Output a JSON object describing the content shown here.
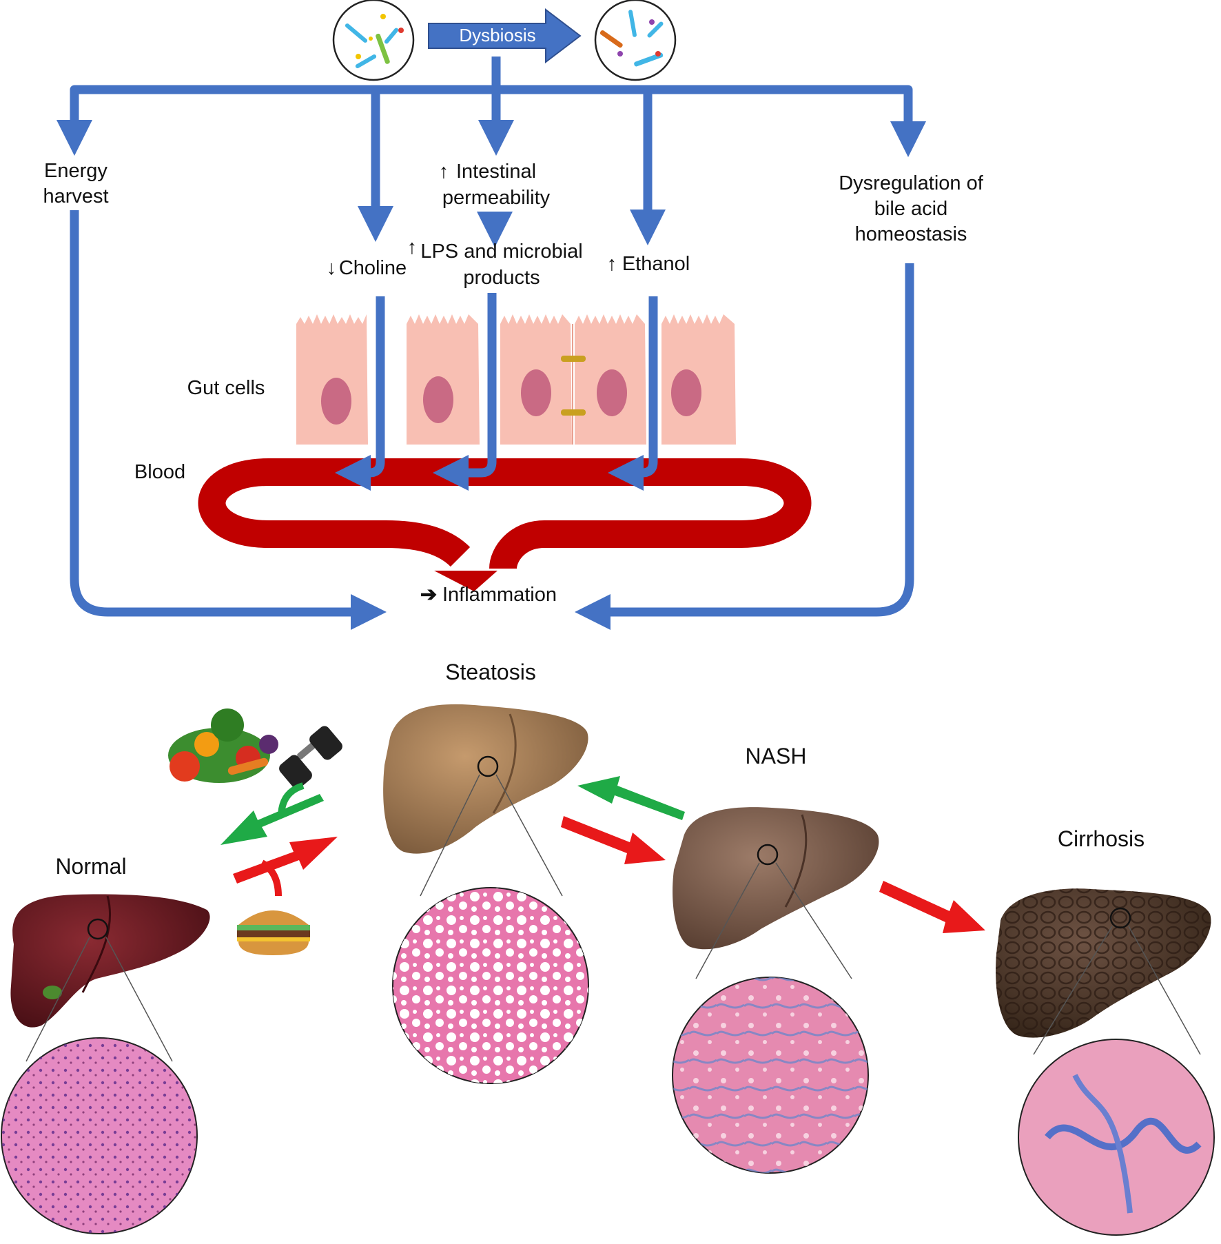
{
  "diagram": {
    "top": {
      "flow_label": "Dysbiosis",
      "energy": [
        "Energy",
        "harvest"
      ],
      "intestinal": [
        "Intestinal",
        "permeability"
      ],
      "bile": [
        "Dysregulation of",
        "bile acid",
        "homeostasis"
      ],
      "choline": "Choline",
      "lps": [
        "LPS and microbial",
        "products"
      ],
      "ethanol": "Ethanol",
      "gut_cells": "Gut cells",
      "blood": "Blood",
      "inflammation": "Inflammation"
    },
    "stages": {
      "normal": "Normal",
      "steatosis": "Steatosis",
      "nash": "NASH",
      "cirrhosis": "Cirrhosis"
    },
    "colors": {
      "blue_arrow": "#4472c4",
      "blood_red": "#c00000",
      "cell_pink": "#f8bfb3",
      "nucleus": "#c96a84",
      "green_arrow": "#1faa46",
      "red_arrow": "#e8191a"
    }
  }
}
